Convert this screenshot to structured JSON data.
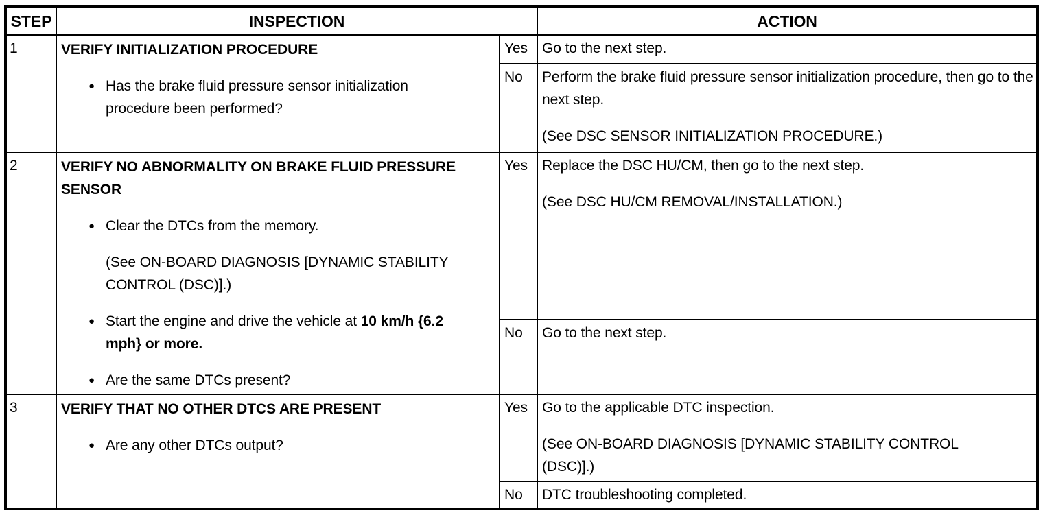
{
  "glyphs": {
    "bullet": "●"
  },
  "table": {
    "headers": {
      "step": "STEP",
      "inspection": "INSPECTION",
      "action": "ACTION"
    },
    "rows": [
      {
        "step": "1",
        "title": "VERIFY INITIALIZATION PROCEDURE",
        "bullets": [
          {
            "text": "Has the brake fluid pressure sensor initialization procedure been performed?"
          }
        ],
        "yes_label": "Yes",
        "no_label": "No",
        "yes_action": {
          "p1": "Go to the next step."
        },
        "no_action": {
          "p1": "Perform the brake fluid pressure sensor initialization procedure, then go to the next step.",
          "p2": "(See DSC SENSOR INITIALIZATION PROCEDURE.)"
        }
      },
      {
        "step": "2",
        "title": "VERIFY NO ABNORMALITY ON BRAKE FLUID PRESSURE SENSOR",
        "bullets": [
          {
            "text": "Clear the DTCs from the memory.",
            "sub": "(See ON-BOARD DIAGNOSIS [DYNAMIC STABILITY CONTROL (DSC)].)"
          },
          {
            "prefix": "Start the engine and drive the vehicle at ",
            "bold": "10 km/h {6.2 mph} or more."
          },
          {
            "text": "Are the same DTCs present?"
          }
        ],
        "yes_label": "Yes",
        "no_label": "No",
        "yes_action": {
          "p1": "Replace the DSC HU/CM, then go to the next step.",
          "p2": "(See DSC HU/CM REMOVAL/INSTALLATION.)"
        },
        "no_action": {
          "p1": "Go to the next step."
        }
      },
      {
        "step": "3",
        "title": "VERIFY THAT NO OTHER DTCS ARE PRESENT",
        "bullets": [
          {
            "text": "Are any other DTCs output?"
          }
        ],
        "yes_label": "Yes",
        "no_label": "No",
        "yes_action": {
          "p1": "Go to the applicable DTC inspection.",
          "p2": "(See ON-BOARD DIAGNOSIS [DYNAMIC STABILITY CONTROL (DSC)].)"
        },
        "no_action": {
          "p1": "DTC troubleshooting completed."
        }
      }
    ]
  }
}
